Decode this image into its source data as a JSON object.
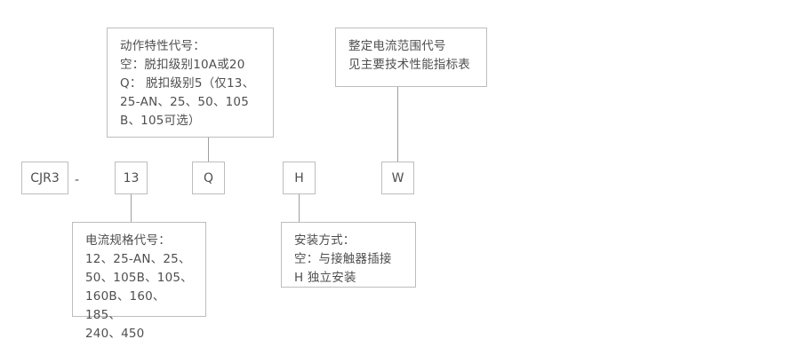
{
  "diagram": {
    "type": "product-model-designation-breakdown",
    "title_text": "",
    "line_color": "#9e9e9e",
    "border_color": "#bdbdbd",
    "text_color": "#4f4f4f",
    "background_color": "#ffffff",
    "code_boxes": [
      {
        "id": "series",
        "label": "CJR3"
      },
      {
        "id": "current-rating",
        "label": "13"
      },
      {
        "id": "action-characteristic",
        "label": "Q"
      },
      {
        "id": "mounting-type",
        "label": "H"
      },
      {
        "id": "current-range",
        "label": "W"
      }
    ],
    "separator": "-",
    "notes": [
      {
        "id": "action-characteristic-note",
        "lines": [
          "动作特性代号：",
          "空：脱扣级别10A或20",
          "Q： 脱扣级别5（仅13、",
          "25-AN、25、50、105",
          "B、105可选）"
        ]
      },
      {
        "id": "current-range-note",
        "lines": [
          "整定电流范围代号",
          "见主要技术性能指标表"
        ]
      },
      {
        "id": "current-rating-note",
        "lines": [
          "电流规格代号：",
          "12、25-AN、25、",
          "50、105B、105、",
          "160B、160、185、",
          "240、450"
        ]
      },
      {
        "id": "mounting-type-note",
        "lines": [
          "安装方式：",
          "空：与接触器插接",
          "H   独立安装"
        ]
      }
    ]
  }
}
